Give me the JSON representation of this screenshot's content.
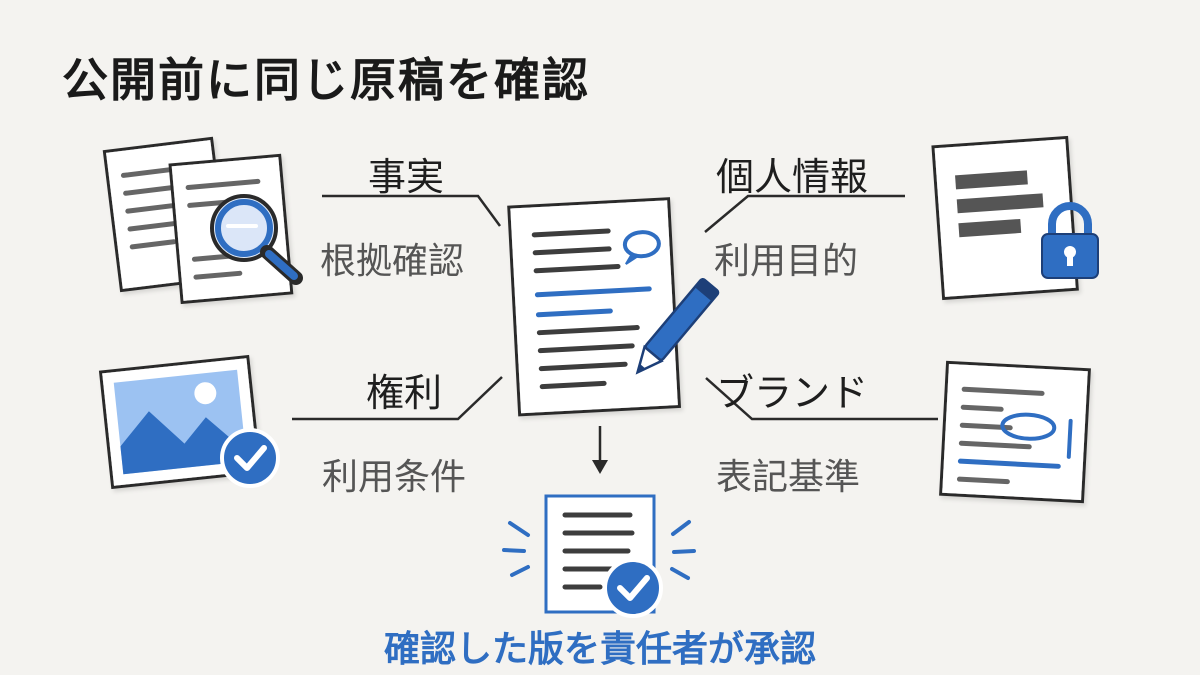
{
  "title": "公開前に同じ原稿を確認",
  "items": [
    {
      "label": "事実",
      "sublabel": "根拠確認",
      "icon": "documents-magnifier-icon"
    },
    {
      "label": "個人情報",
      "sublabel": "利用目的",
      "icon": "locked-document-icon"
    },
    {
      "label": "権利",
      "sublabel": "利用条件",
      "icon": "image-check-icon"
    },
    {
      "label": "ブランド",
      "sublabel": "表記基準",
      "icon": "marked-document-icon"
    }
  ],
  "caption": "確認した版を責任者が承認",
  "colors": {
    "accent": "#2f6ec2",
    "lines": "#2a2a2a",
    "bg": "#f4f3f0"
  }
}
